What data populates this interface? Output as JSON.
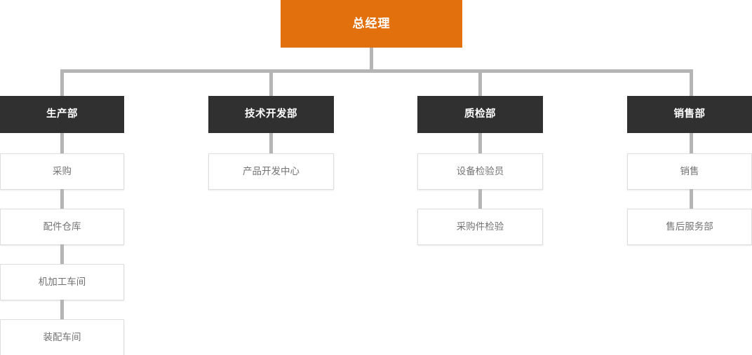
{
  "chart_title": "",
  "colors": {
    "root_fill": "#e2700c",
    "root_text": "#ffffff",
    "dept_fill": "#303030",
    "dept_text": "#ffffff",
    "sub_fill": "#ffffff",
    "sub_text": "#737373",
    "sub_border": "#dedede",
    "connector": "#b5b5b5",
    "background": "#ffffff"
  },
  "org": {
    "root": {
      "label": "总经理"
    },
    "departments": [
      {
        "label": "生产部",
        "children": [
          {
            "label": "采购"
          },
          {
            "label": "配件仓库"
          },
          {
            "label": "机加工车间"
          },
          {
            "label": "装配车间"
          }
        ]
      },
      {
        "label": "技术开发部",
        "children": [
          {
            "label": "产品开发中心"
          }
        ]
      },
      {
        "label": "质检部",
        "children": [
          {
            "label": "设备检验员"
          },
          {
            "label": "采购件检验"
          }
        ]
      },
      {
        "label": "销售部",
        "children": [
          {
            "label": "销售"
          },
          {
            "label": "售后服务部"
          }
        ]
      }
    ]
  }
}
